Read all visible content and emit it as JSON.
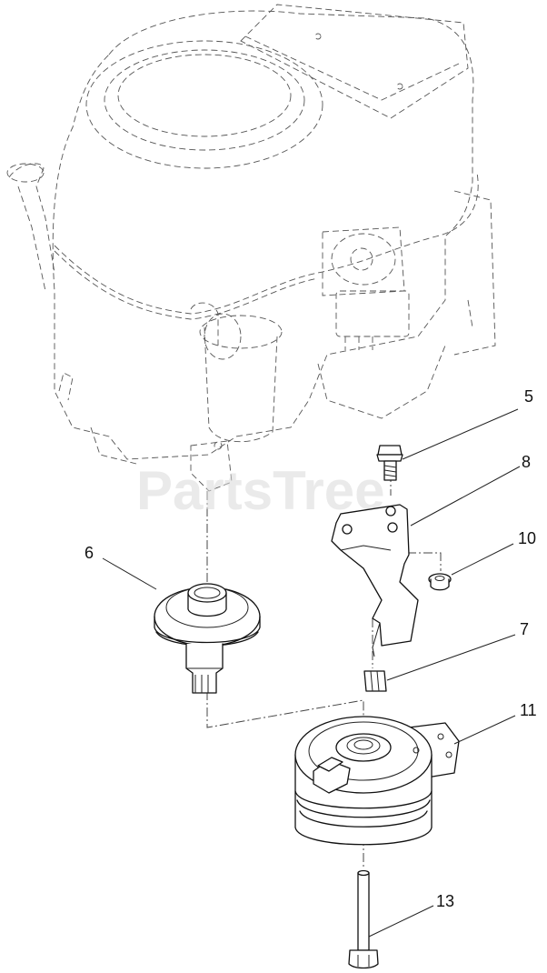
{
  "watermark": "PartsTree",
  "callouts": [
    {
      "id": "bolt",
      "label": "5"
    },
    {
      "id": "bracket",
      "label": "8"
    },
    {
      "id": "nut",
      "label": "10"
    },
    {
      "id": "pulley",
      "label": "6"
    },
    {
      "id": "spacer",
      "label": "7"
    },
    {
      "id": "clutch",
      "label": "11"
    },
    {
      "id": "clutch-bolt",
      "label": "13"
    }
  ],
  "icons": [
    "engine",
    "bolt",
    "bracket",
    "flange-nut",
    "pulley",
    "spacer",
    "electric-pto-clutch",
    "clutch-bolt"
  ]
}
